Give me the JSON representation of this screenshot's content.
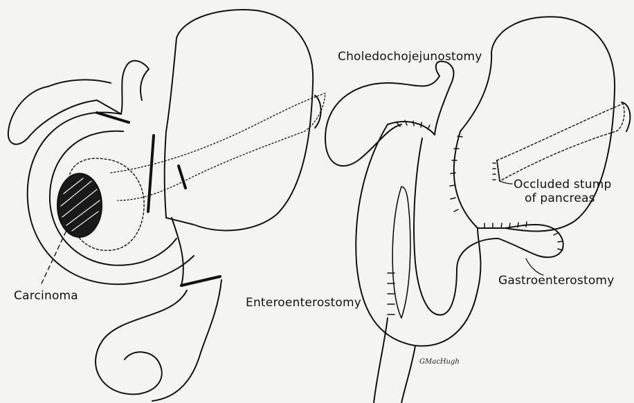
{
  "figure": {
    "labels": {
      "carcinoma": "Carcinoma",
      "choledochojejunostomy": "Choledochojejunostomy",
      "occluded_stump_line1": "Occluded stump",
      "occluded_stump_line2": "of pancreas",
      "gastroenterostomy": "Gastroenterostomy",
      "enteroenterostomy": "Enteroenterostomy"
    },
    "signature": "GMacHugh",
    "colors": {
      "ink": "#111111",
      "paper": "#f4f4f2"
    }
  }
}
